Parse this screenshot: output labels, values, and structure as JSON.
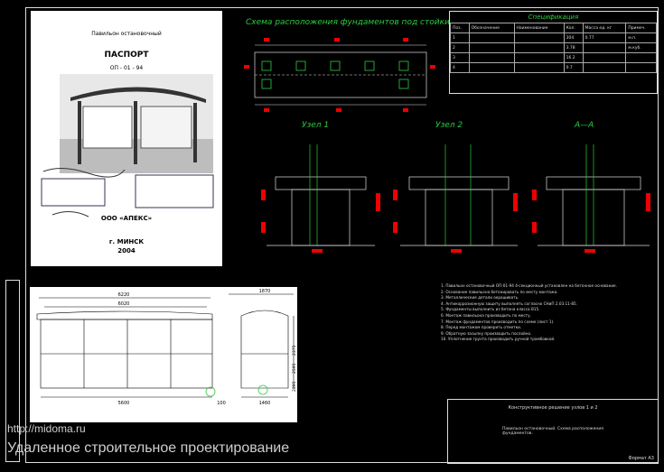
{
  "watermark": {
    "url": "http://midoma.ru",
    "caption": "Удаленное строительное проектирование"
  },
  "passport": {
    "heading": "Павильон остановочный",
    "title": "ПАСПОРТ",
    "code": "ОП - 01 - 94",
    "org": "ООО «АПЕКС»",
    "city": "г. МИНСК",
    "year": "2004"
  },
  "plan": {
    "title": "Схема расположения фундаментов под стойки"
  },
  "sections": {
    "node1": "Узел 1",
    "node2": "Узел 2",
    "cut": "А—А"
  },
  "spec": {
    "title": "Спецификация",
    "headers": [
      "Поз.",
      "Обозначение",
      "Наименование",
      "Кол.",
      "Масса ед. кг",
      "Примеч."
    ],
    "rows": [
      [
        "1",
        "",
        "",
        "304",
        "0.77",
        "м.п."
      ],
      [
        "2",
        "",
        "",
        "3.78",
        "",
        "м.куб."
      ],
      [
        "3",
        "",
        "",
        "16.2",
        "",
        ""
      ],
      [
        "4",
        "",
        "",
        "0.7",
        "",
        ""
      ]
    ]
  },
  "elevation": {
    "dims_top": [
      "6220",
      "6020"
    ],
    "dim_side": "1870",
    "dims_bottom": [
      "5600",
      "100",
      "1460"
    ],
    "dims_right": [
      "2375",
      "2595",
      "2895"
    ]
  },
  "notes": [
    "1. Павильон остановочный ОП-01-94 4-секционный установлен на бетонное основание.",
    "2. Основание павильона бетонировать по месту монтажа.",
    "3. Металлические детали окрашивать.",
    "4. Антикоррозионную защиту выполнять согласно СНиП 2.03.11-85.",
    "5. Фундаменты выполнить из бетона класса В15.",
    "6. Монтаж павильона производить по месту.",
    "7. Монтаж фундаментов производить по схеме (лист 1).",
    "8. Перед монтажом проверить отметки.",
    "9. Обратную засыпку производить послойно.",
    "10. Уплотнение грунта производить ручной трамбовкой."
  ],
  "stamp": {
    "line1": "Конструктивное решение узлов 1 и 2",
    "line2": "Павильон остановочный. Схема расположения фундаментов.",
    "sheet": "Формат А3"
  }
}
